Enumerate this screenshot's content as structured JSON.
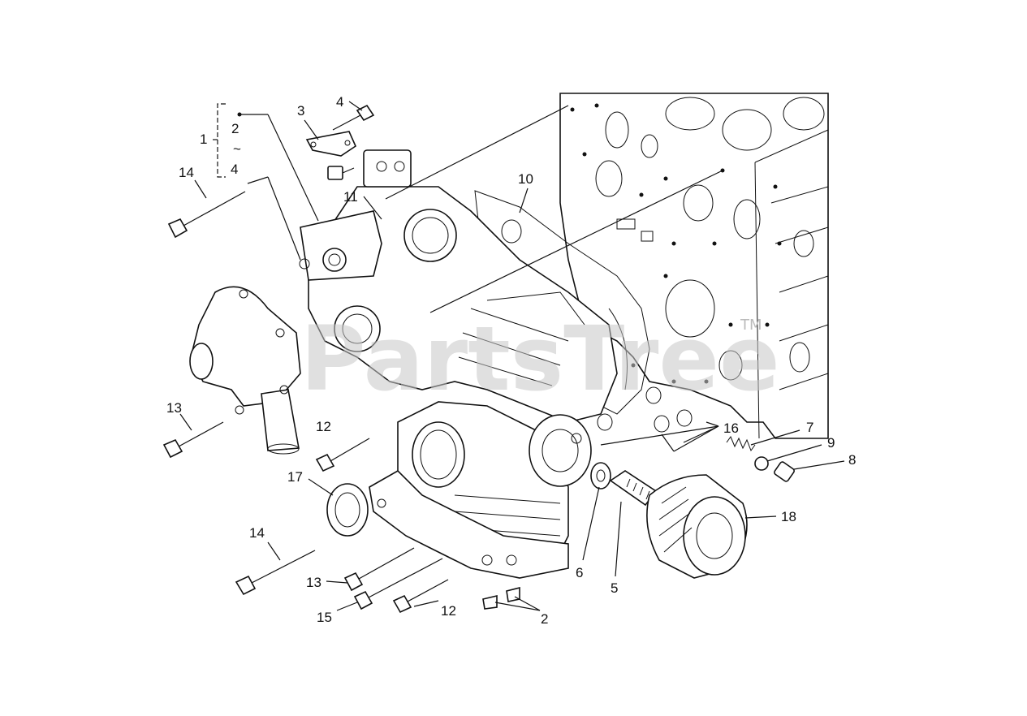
{
  "watermark": {
    "text": "PartsTree",
    "trademark": "TM"
  },
  "group_bracket": {
    "number": "1",
    "range_start": "2",
    "range_sep": "~",
    "range_end": "4"
  },
  "callouts": [
    "2",
    "3",
    "4",
    "5",
    "6",
    "7",
    "8",
    "9",
    "10",
    "11",
    "12",
    "12",
    "13",
    "13",
    "14",
    "14",
    "15",
    "16",
    "17",
    "18"
  ],
  "colors": {
    "line": "#111111",
    "watermark": "#c8c8c8",
    "background": "#ffffff"
  }
}
